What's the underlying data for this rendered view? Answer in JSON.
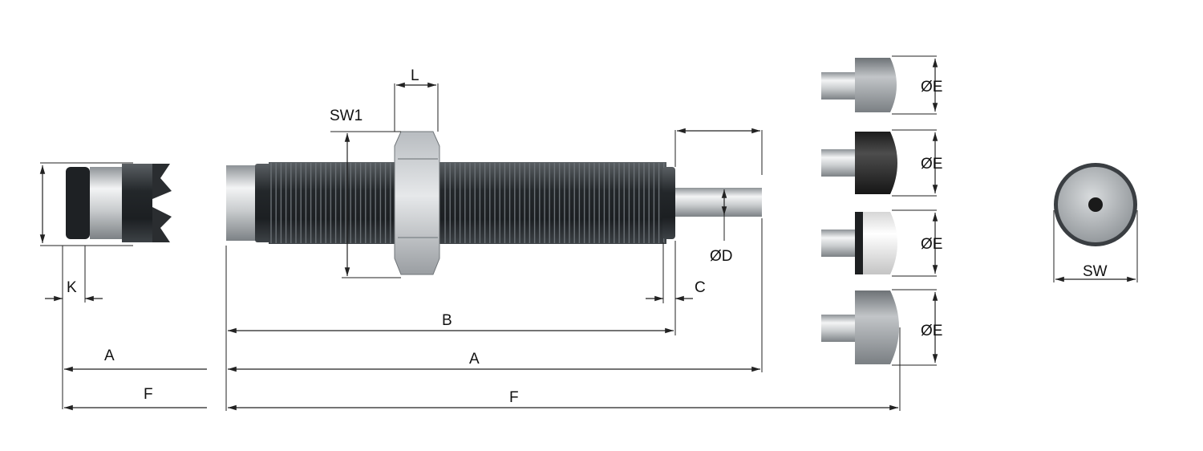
{
  "labels": {
    "k": "K",
    "a_left": "A",
    "f_left": "F",
    "l": "L",
    "sw1": "SW1",
    "b": "B",
    "a_main": "A",
    "f_main": "F",
    "c": "C",
    "d": "ØD",
    "e1": "ØE",
    "e2": "ØE",
    "e3": "ØE",
    "e4": "ØE",
    "sw": "SW"
  },
  "colors": {
    "body_dark": "#2a2d30",
    "steel_light": "#e4e6e8",
    "steel_mid": "#a9adb1",
    "cap_black": "#2b2b2b",
    "cap_white": "#f1f1f1",
    "cap_grey": "#8f9397",
    "line": "#222222"
  }
}
